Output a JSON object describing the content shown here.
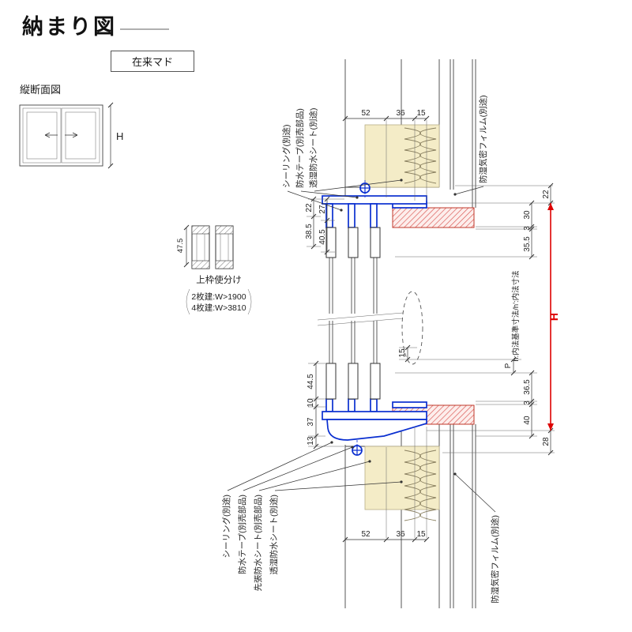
{
  "page": {
    "title": "納まり図",
    "window_type": "在来マド",
    "section_label": "縦断面図"
  },
  "elevation": {
    "h_label": "H"
  },
  "rail_detail": {
    "dim": "47.5",
    "caption": "上枠使分け",
    "options": [
      "2枚建:W>1900",
      "4枚建:W>3810"
    ]
  },
  "leaders": {
    "top": [
      "シーリング(別途)",
      "防水テープ(別売部品)",
      "透湿防水シート(別途)"
    ],
    "bottom": [
      "シーリング(別途)",
      "防水テープ(別売部品)",
      "先張防水シート(別売部品)",
      "透湿防水シート(別途)"
    ],
    "right_top": "防湿気密フィルム(別途)",
    "right_bottom": "防湿気密フィルム(別途)"
  },
  "dims": {
    "top": [
      "52",
      "36",
      "15"
    ],
    "bottom": [
      "52",
      "36",
      "15"
    ],
    "left_top": [
      "22",
      "27",
      "38.5",
      "40.5"
    ],
    "left_bottom": [
      "44.5",
      "10",
      "37",
      "13"
    ],
    "right_top": [
      "22",
      "30",
      "3",
      "35.5"
    ],
    "right_bottom": [
      "36.5",
      "3",
      "40",
      "28"
    ],
    "mid_15": "15",
    "p_label": "P",
    "h_label": "H",
    "inner_note": "h:内法基準寸法/h':内法寸法"
  },
  "colors": {
    "frame_blue": "#0a2fd0",
    "dim_red": "#dd0000",
    "wood_fill": "#f4ecc7",
    "hatch_red": "#d9534f"
  }
}
